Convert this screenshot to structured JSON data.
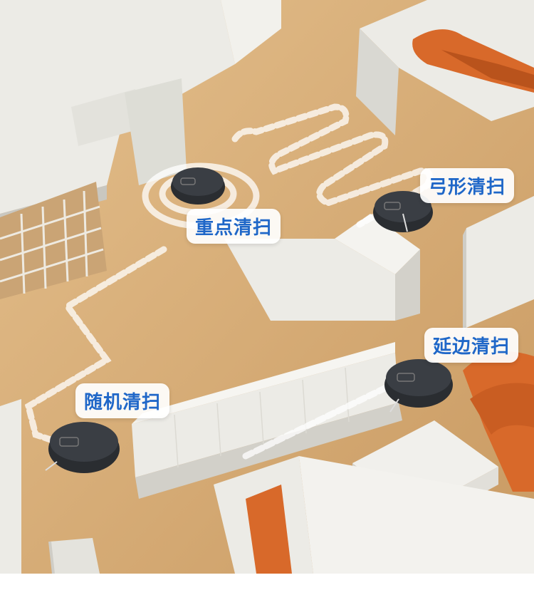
{
  "labels": {
    "focus_clean": "重点清扫",
    "zigzag_clean": "弓形清扫",
    "edge_clean": "延边清扫",
    "random_clean": "随机清扫"
  },
  "colors": {
    "label_text": "#1f67c8",
    "floor": "#d7ad78",
    "wall": "#ecebe6",
    "sofa": "#d8692a",
    "robot": "#2a2d31"
  },
  "icons": [
    "robot-vacuum-icon",
    "path-arrow-icon"
  ]
}
